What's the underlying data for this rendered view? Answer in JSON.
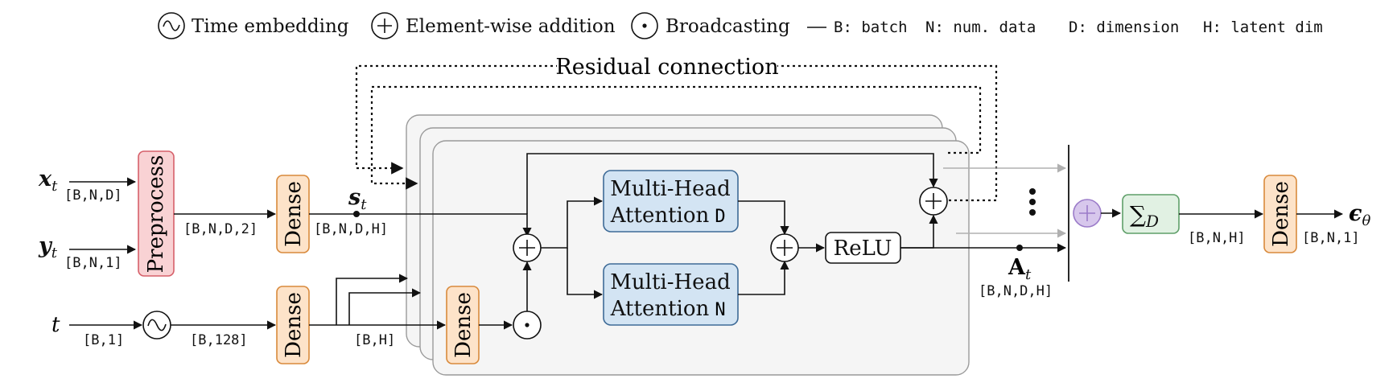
{
  "legend": {
    "time_embedding": "Time embedding",
    "elementwise_addition": "Element-wise addition",
    "broadcasting": "Broadcasting",
    "batch": "B: batch",
    "num_data": "N: num. data",
    "dimension": "D: dimension",
    "latent_dim": "H: latent dim"
  },
  "residual_connection": "Residual connection",
  "inputs": {
    "x": "x",
    "x_sub": "t",
    "x_shape": "[B,N,D]",
    "y": "y",
    "y_sub": "t",
    "y_shape": "[B,N,1]",
    "t": "t",
    "t_shape": "[B,1]"
  },
  "preprocess": {
    "label": "Preprocess",
    "out_shape": "[B,N,D,2]"
  },
  "time_embed_out_shape": "[B,128]",
  "dense_label": "Dense",
  "s": {
    "symbol": "s",
    "sub": "t",
    "shape": "[B,N,D,H]"
  },
  "time_branch_shape": "[B,H]",
  "attention_d": {
    "line1": "Multi-Head",
    "line2": "Attention",
    "dim": "D"
  },
  "attention_n": {
    "line1": "Multi-Head",
    "line2": "Attention",
    "dim": "N"
  },
  "relu": "ReLU",
  "A": {
    "symbol": "A",
    "sub": "t",
    "shape": "[B,N,D,H]"
  },
  "sum": {
    "symbol": "∑",
    "sub": "D",
    "out_shape": "[B,N,H]"
  },
  "final_out_shape": "[B,N,1]",
  "output": {
    "symbol": "ϵ",
    "sub": "θ"
  },
  "colors": {
    "preprocess_fill": "#f9d2d4",
    "preprocess_stroke": "#d6606a",
    "dense_fill": "#fde3c9",
    "dense_stroke": "#d98a3c",
    "attention_fill": "#d3e4f3",
    "attention_stroke": "#3e6b97",
    "sum_fill": "#e1f1e3",
    "sum_stroke": "#5f9f69",
    "purple_fill": "#d7c7ec",
    "purple_stroke": "#9b7bc9",
    "panel_fill": "#f5f5f5",
    "panel_stroke": "#999999"
  }
}
